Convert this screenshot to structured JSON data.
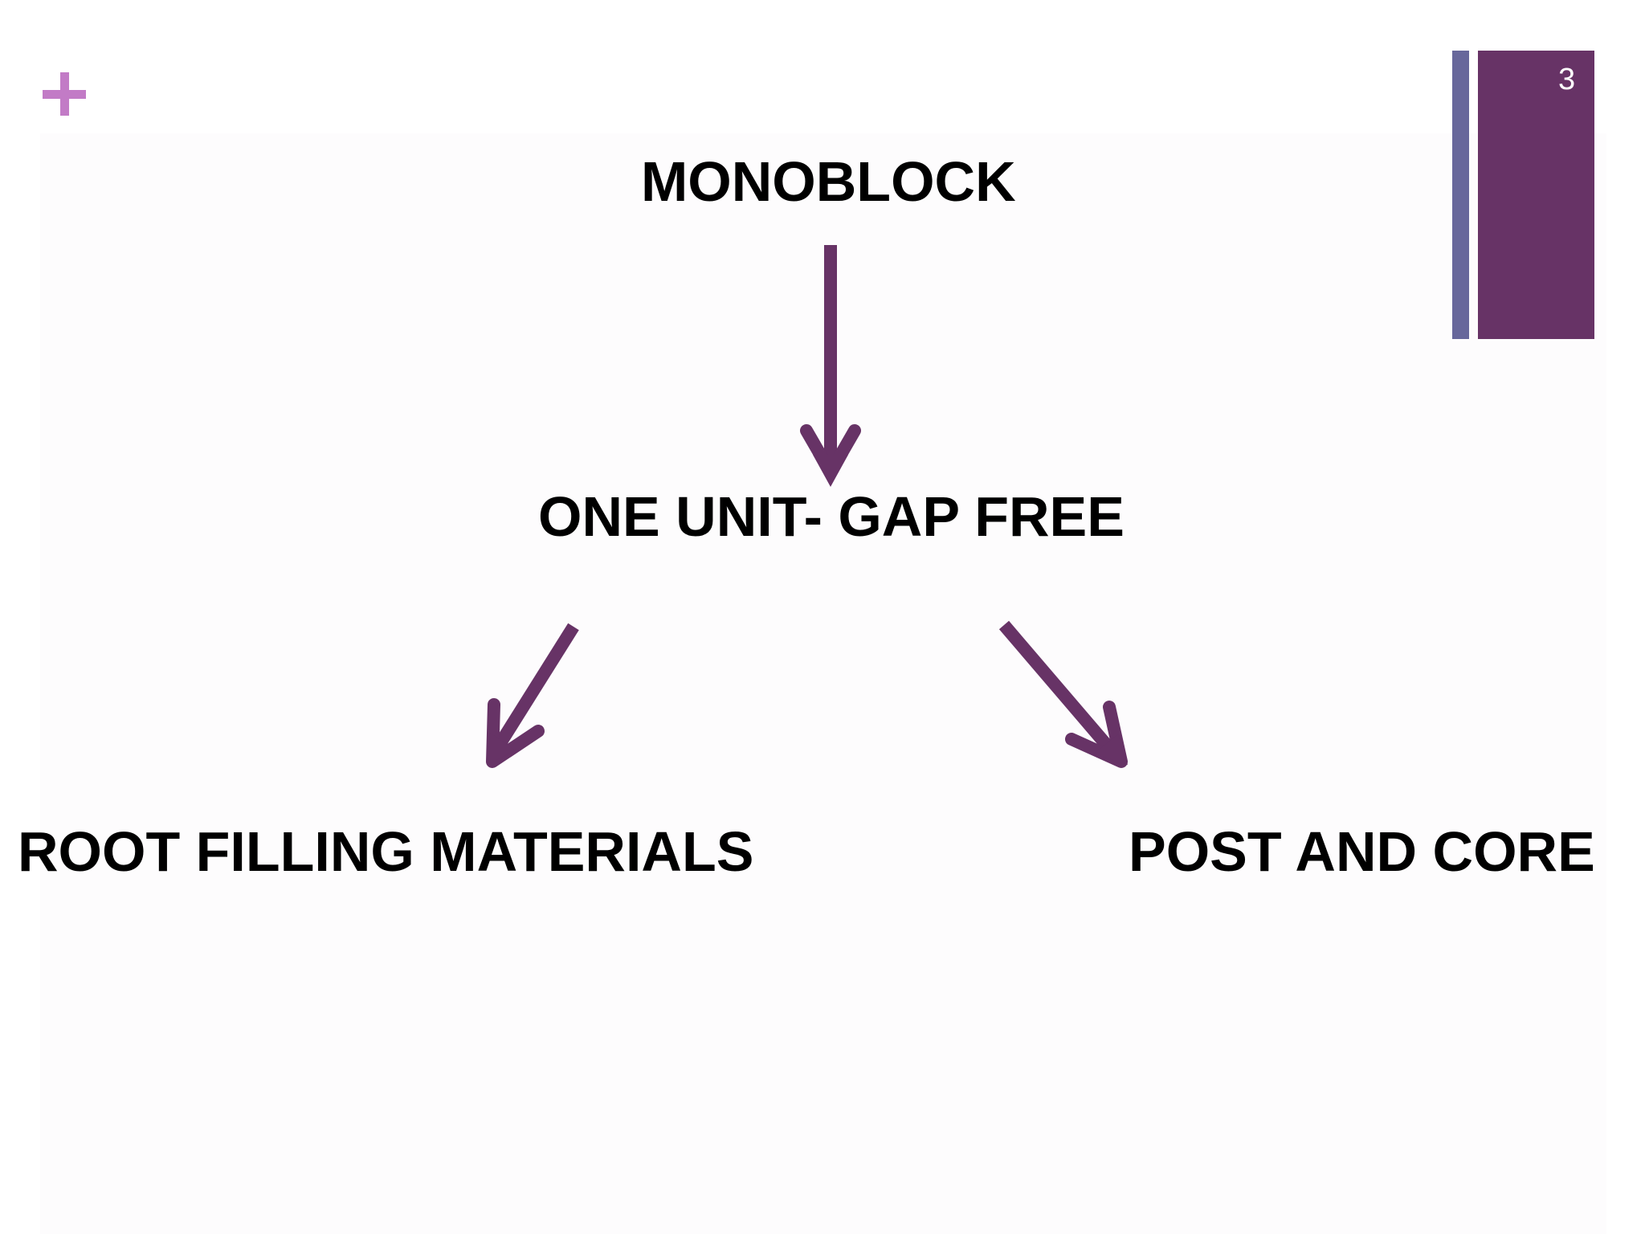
{
  "slide": {
    "number": "3",
    "accent_color": "#673366",
    "secondary_accent_color": "#67679b",
    "plus_color": "#c27bc6"
  },
  "diagram": {
    "top_node": "MONOBLOCK",
    "middle_node": "ONE UNIT- GAP FREE",
    "left_node": "ROOT FILLING MATERIALS",
    "right_node": "POST AND CORE",
    "arrow_color": "#673366"
  }
}
